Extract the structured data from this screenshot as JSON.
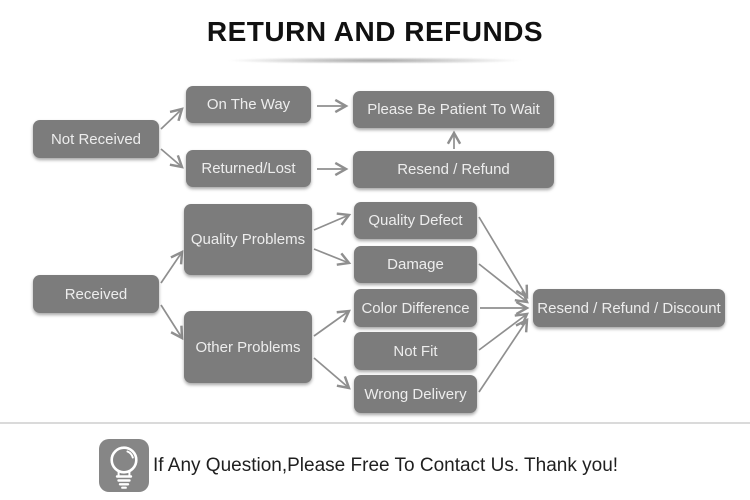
{
  "title": "RETURN AND REFUNDS",
  "colors": {
    "box_fill": "#7c7c7c",
    "box_text": "#ededed",
    "arrow": "#8f8f8f",
    "title_text": "#111111",
    "footer_text": "#1f1f1f",
    "divider": "#dadada",
    "icon_fill": "#868686"
  },
  "flowchart": {
    "nodes": {
      "not_received": {
        "label": "Not Received"
      },
      "on_the_way": {
        "label": "On The Way"
      },
      "returned_lost": {
        "label": "Returned/Lost"
      },
      "please_wait": {
        "label": "Please Be Patient To Wait"
      },
      "resend_refund": {
        "label": "Resend / Refund"
      },
      "received": {
        "label": "Received"
      },
      "quality_problems": {
        "label": "Quality Problems"
      },
      "other_problems": {
        "label": "Other Problems"
      },
      "quality_defect": {
        "label": "Quality Defect"
      },
      "damage": {
        "label": "Damage"
      },
      "color_difference": {
        "label": "Color Difference"
      },
      "not_fit": {
        "label": "Not Fit"
      },
      "wrong_delivery": {
        "label": "Wrong Delivery"
      },
      "resend_refund_discount": {
        "label": "Resend / Refund / Discount"
      }
    },
    "edges": [
      {
        "from": "not_received",
        "to": "on_the_way"
      },
      {
        "from": "not_received",
        "to": "returned_lost"
      },
      {
        "from": "on_the_way",
        "to": "please_wait"
      },
      {
        "from": "returned_lost",
        "to": "resend_refund"
      },
      {
        "from": "resend_refund",
        "to": "please_wait"
      },
      {
        "from": "received",
        "to": "quality_problems"
      },
      {
        "from": "received",
        "to": "other_problems"
      },
      {
        "from": "quality_problems",
        "to": "quality_defect"
      },
      {
        "from": "quality_problems",
        "to": "damage"
      },
      {
        "from": "other_problems",
        "to": "color_difference"
      },
      {
        "from": "other_problems",
        "to": "wrong_delivery"
      },
      {
        "from": "quality_defect",
        "to": "resend_refund_discount"
      },
      {
        "from": "damage",
        "to": "resend_refund_discount"
      },
      {
        "from": "color_difference",
        "to": "resend_refund_discount"
      },
      {
        "from": "not_fit",
        "to": "resend_refund_discount"
      },
      {
        "from": "wrong_delivery",
        "to": "resend_refund_discount"
      }
    ]
  },
  "footer": {
    "icon": "lightbulb-icon",
    "message": "If Any Question,Please Free To Contact Us. Thank you!"
  }
}
